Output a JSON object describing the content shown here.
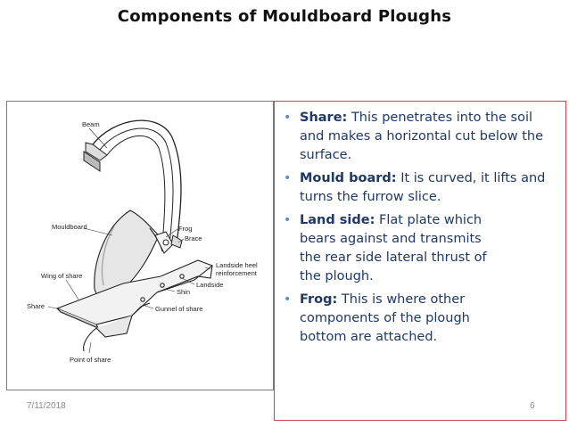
{
  "slide": {
    "title": "Components of Mouldboard Ploughs",
    "date": "7/11/2018",
    "page_number": "6"
  },
  "diagram": {
    "labels": {
      "beam": "Beam",
      "frog": "Frog",
      "brace": "Brace",
      "mouldboard": "Mouldboard",
      "landside_heel": "Landside heel",
      "reinforcement": "reinforcement",
      "wing_of_share": "Wing of share",
      "landside": "Landside",
      "share": "Share",
      "shin": "Shin",
      "gunnel_of_share": "Gunnel of share",
      "point_of_share": "Point of share"
    }
  },
  "bullets": [
    {
      "term": "Share:",
      "text": "This penetrates into the soil and makes a horizontal cut below the  surface."
    },
    {
      "term": "Mould board:",
      "text": "It is curved, it lifts and turns the furrow slice."
    },
    {
      "term": "Land side:",
      "text": "Flat plate which bears against and transmits the rear side lateral thrust of the plough."
    },
    {
      "term": "Frog:",
      "text": "This is where other components of the plough bottom are  attached."
    }
  ],
  "colors": {
    "text_box_border": "#c8484c",
    "bullet_text": "#1f3864",
    "bullet_dot": "#5b8ac9"
  }
}
